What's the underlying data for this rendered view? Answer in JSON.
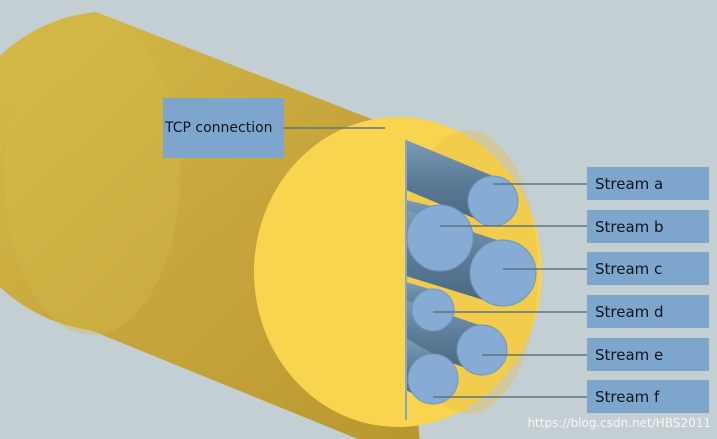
{
  "diagram": {
    "connection_label": "TCP connection",
    "streams": [
      {
        "id": "a",
        "label": "Stream a"
      },
      {
        "id": "b",
        "label": "Stream b"
      },
      {
        "id": "c",
        "label": "Stream c"
      },
      {
        "id": "d",
        "label": "Stream d"
      },
      {
        "id": "e",
        "label": "Stream e"
      },
      {
        "id": "f",
        "label": "Stream f"
      }
    ],
    "watermark": "https://blog.csdn.net/HBS2011"
  },
  "colors": {
    "background": "#c3cfd3",
    "pipe_body": "#cfb042",
    "pipe_face": "#f9d44f",
    "stream_tube": "#5e7f9c",
    "stream_end": "#86acd6",
    "label_box": "#7ea6cc"
  }
}
